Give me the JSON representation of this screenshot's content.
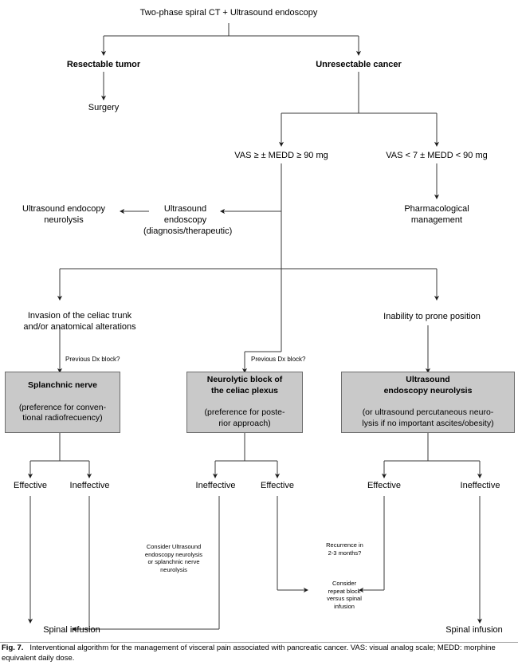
{
  "figure": {
    "id": "Fig. 7.",
    "caption": "Interventional algorithm for the management of visceral pain associated with pancreatic cancer. VAS: visual analog scale; MEDD: morphine equivalent daily dose.",
    "box_fill": "#c9c9c9",
    "line_color": "#2b2b2b"
  },
  "nodes": {
    "root": "Two-phase spiral CT + Ultrasound endoscopy",
    "resectable": "Resectable tumor",
    "unresectable": "Unresectable cancer",
    "surgery": "Surgery",
    "vas_high": "VAS ≥ ± MEDD ≥ 90 mg",
    "vas_low": "VAS < 7 ± MEDD < 90 mg",
    "us_endoscopy": "Ultrasound endoscopy\n(diagnosis/therapeutic)",
    "us_endocopy_neurolysis": "Ultrasound endocopy\nneurolysis",
    "pharmacological": "Pharmacological\nmanagement",
    "invasion": "Invasion of the celiac trunk\nand/or anatomical alterations",
    "inability": "Inability to prone position",
    "dx_block_left": "Previous Dx block?",
    "dx_block_mid": "Previous Dx block?",
    "consider_us": "Consider Ultrasound\nendoscopy neurolysis\nor splanchnic nerve\nneurolysis",
    "recurrence": "Recurrence in\n2-3 months?",
    "consider_repeat": "Consider\nrepeat block\nversus spinal\ninfusion",
    "spinal_left": "Spinal infusion",
    "spinal_right": "Spinal infusion"
  },
  "boxes": {
    "splanchnic": {
      "title": "Splanchnic nerve",
      "detail": "(preference for conven-\ntional radiofrecuency)"
    },
    "neurolytic": {
      "title": "Neurolytic block of\nthe celiac plexus",
      "detail": "(preference for poste-\nrior approach)"
    },
    "ultrasound": {
      "title": "Ultrasound\nendoscopy neurolysis",
      "detail": "(or ultrasound percutaneous neuro-\nlysis if no important ascites/obesity)"
    }
  },
  "outcomes": {
    "left_effective": "Effective",
    "left_ineffective": "Ineffective",
    "mid_ineffective": "Ineffective",
    "mid_effective": "Effective",
    "right_effective": "Effective",
    "right_ineffective": "Ineffective"
  }
}
